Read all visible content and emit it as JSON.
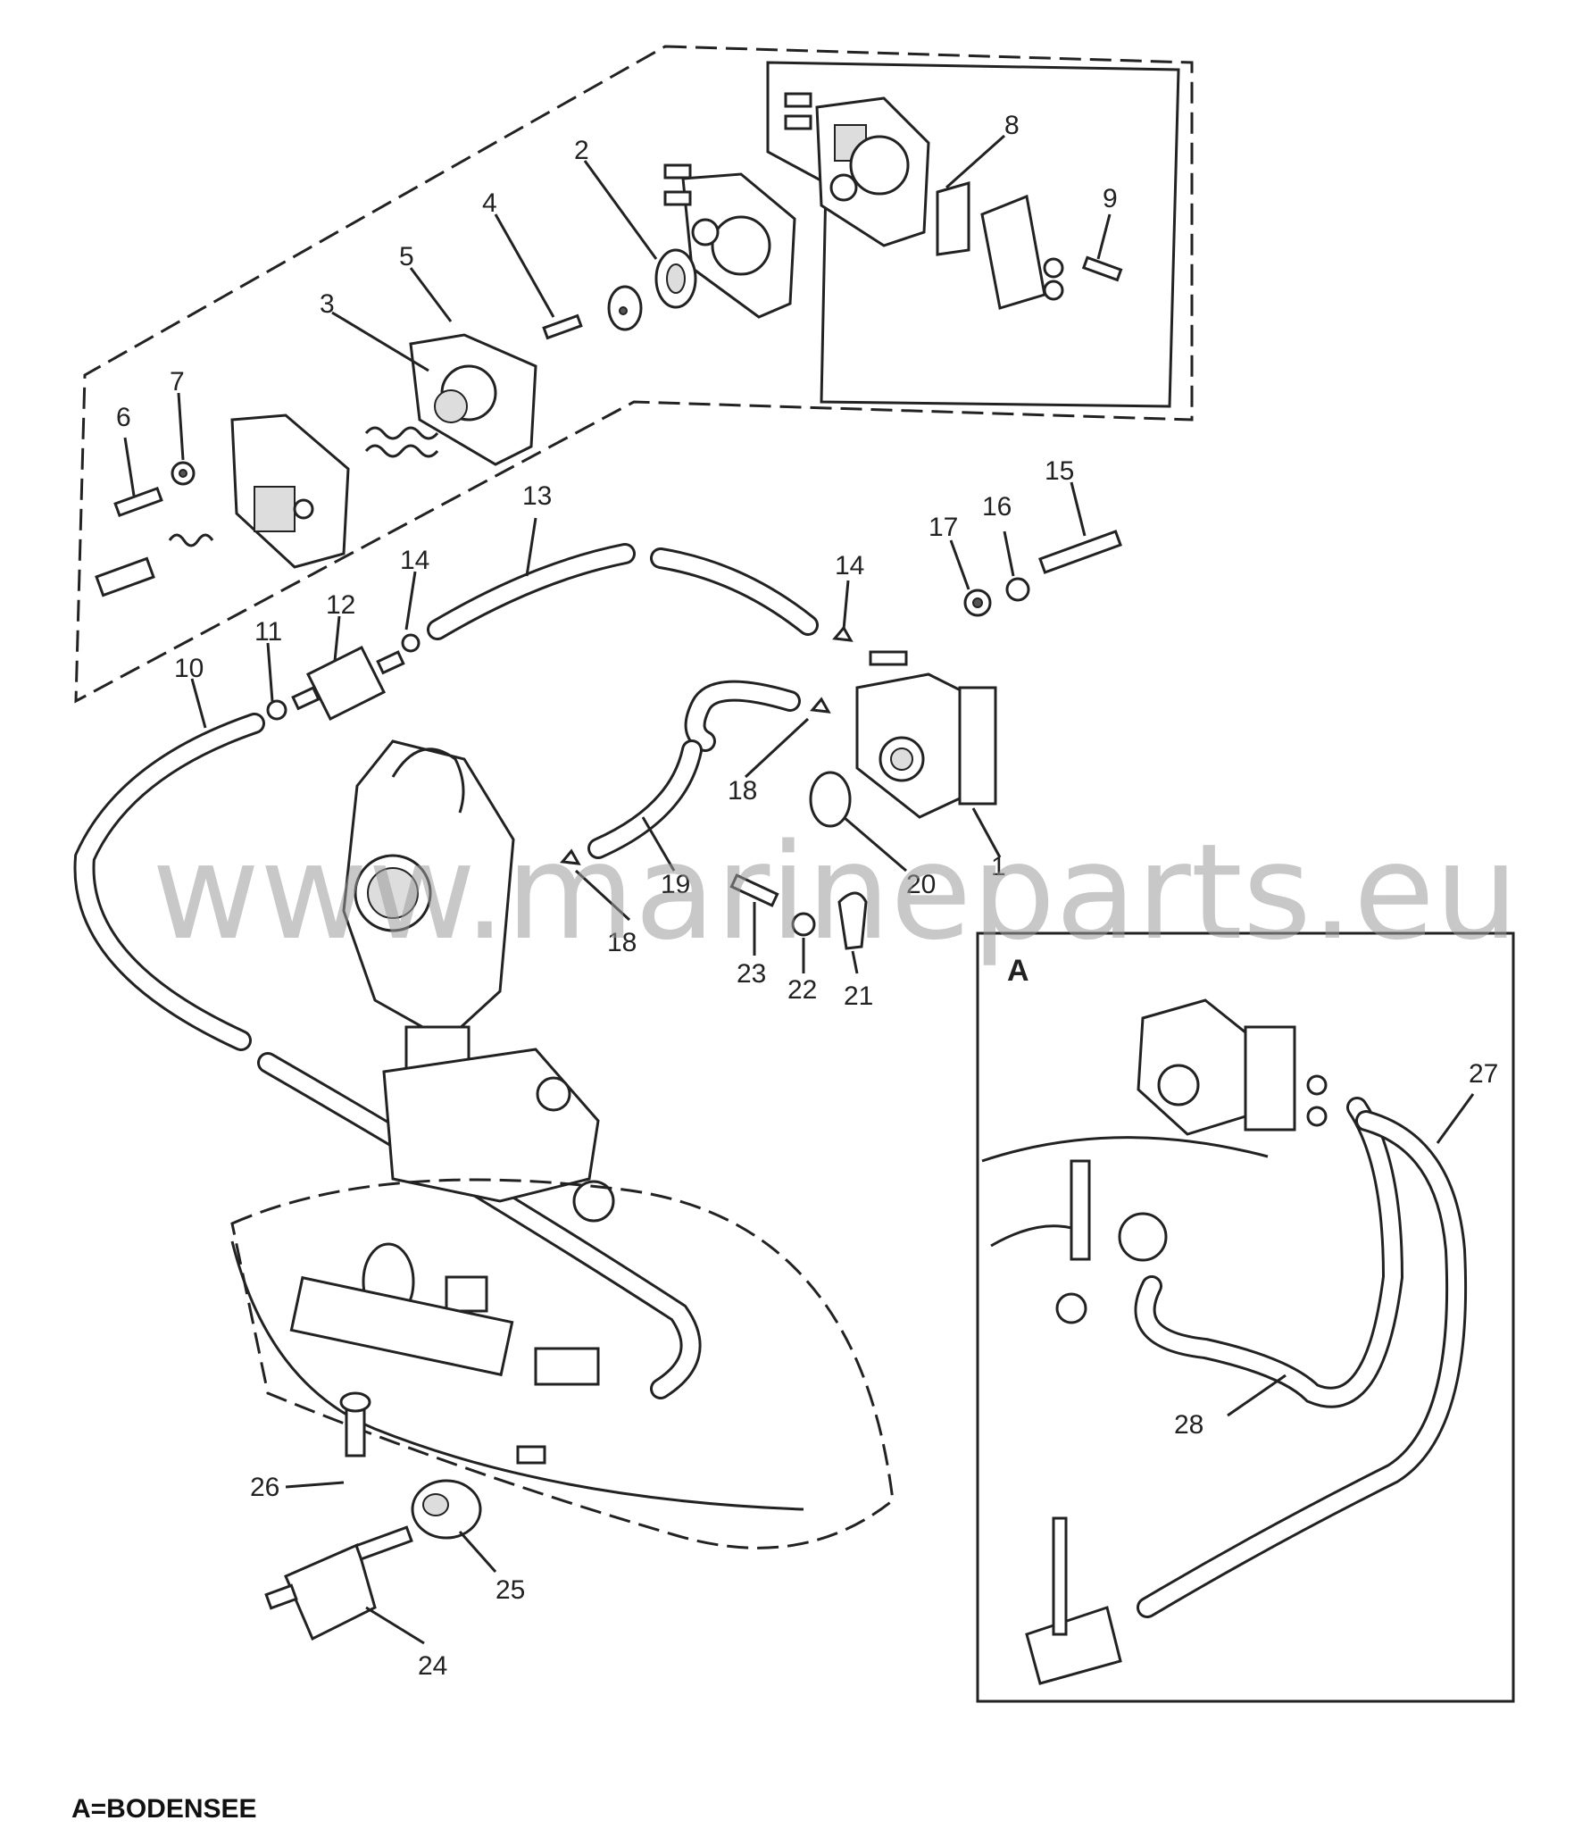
{
  "watermark": "www.marineparts.eu",
  "inset": {
    "letter": "A"
  },
  "legend": "A=BODENSEE",
  "callouts": [
    {
      "id": "c1",
      "text": "1"
    },
    {
      "id": "c2",
      "text": "2"
    },
    {
      "id": "c3",
      "text": "3"
    },
    {
      "id": "c4",
      "text": "4"
    },
    {
      "id": "c5",
      "text": "5"
    },
    {
      "id": "c6",
      "text": "6"
    },
    {
      "id": "c7",
      "text": "7"
    },
    {
      "id": "c8",
      "text": "8"
    },
    {
      "id": "c9",
      "text": "9"
    },
    {
      "id": "c10",
      "text": "10"
    },
    {
      "id": "c11",
      "text": "11"
    },
    {
      "id": "c12",
      "text": "12"
    },
    {
      "id": "c13",
      "text": "13"
    },
    {
      "id": "c14a",
      "text": "14"
    },
    {
      "id": "c14b",
      "text": "14"
    },
    {
      "id": "c15",
      "text": "15"
    },
    {
      "id": "c16",
      "text": "16"
    },
    {
      "id": "c17",
      "text": "17"
    },
    {
      "id": "c18a",
      "text": "18"
    },
    {
      "id": "c18b",
      "text": "18"
    },
    {
      "id": "c19",
      "text": "19"
    },
    {
      "id": "c20",
      "text": "20"
    },
    {
      "id": "c21",
      "text": "21"
    },
    {
      "id": "c22",
      "text": "22"
    },
    {
      "id": "c23",
      "text": "23"
    },
    {
      "id": "c24",
      "text": "24"
    },
    {
      "id": "c25",
      "text": "25"
    },
    {
      "id": "c26",
      "text": "26"
    },
    {
      "id": "c27",
      "text": "27"
    },
    {
      "id": "c28",
      "text": "28"
    }
  ]
}
